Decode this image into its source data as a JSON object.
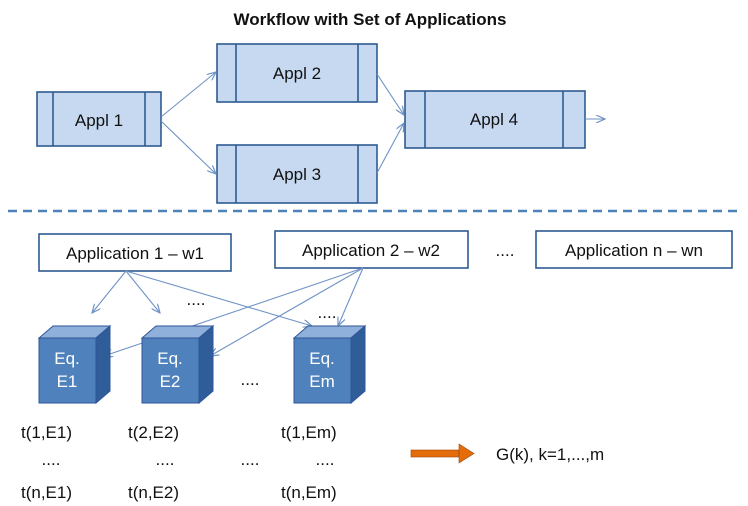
{
  "title": "Workflow with Set of Applications",
  "workflow": {
    "appl1": "Appl 1",
    "appl2": "Appl 2",
    "appl3": "Appl 3",
    "appl4": "Appl 4"
  },
  "applications": {
    "app1": "Application 1 – w1",
    "app2": "Application 2 – w2",
    "ellipsis": "....",
    "appn": "Application n – wn"
  },
  "equipment": {
    "e1_line1": "Eq.",
    "e1_line2": "E1",
    "e2_line1": "Eq.",
    "e2_line2": "E2",
    "em_line1": "Eq.",
    "em_line2": "Em",
    "ellipsis_mid": "....",
    "ellipsis_top_left": "....",
    "ellipsis_top_right": "...."
  },
  "times": {
    "t1e1": "t(1,E1)",
    "t2e2": "t(2,E2)",
    "t1em": "t(1,Em)",
    "dots1": "....",
    "dots2": "....",
    "dots3": "....",
    "dots4": "....",
    "tne1": "t(n,E1)",
    "tne2": "t(n,E2)",
    "tnem": "t(n,Em)"
  },
  "result": "G(k), k=1,...,m",
  "colors": {
    "box_fill": "#c6d9f1",
    "box_stroke": "#2e5a91",
    "arrow": "#6f93c6",
    "cube": "#4f81bd",
    "orange_arrow": "#e46c0a",
    "dashed_line": "#4f81bd"
  }
}
